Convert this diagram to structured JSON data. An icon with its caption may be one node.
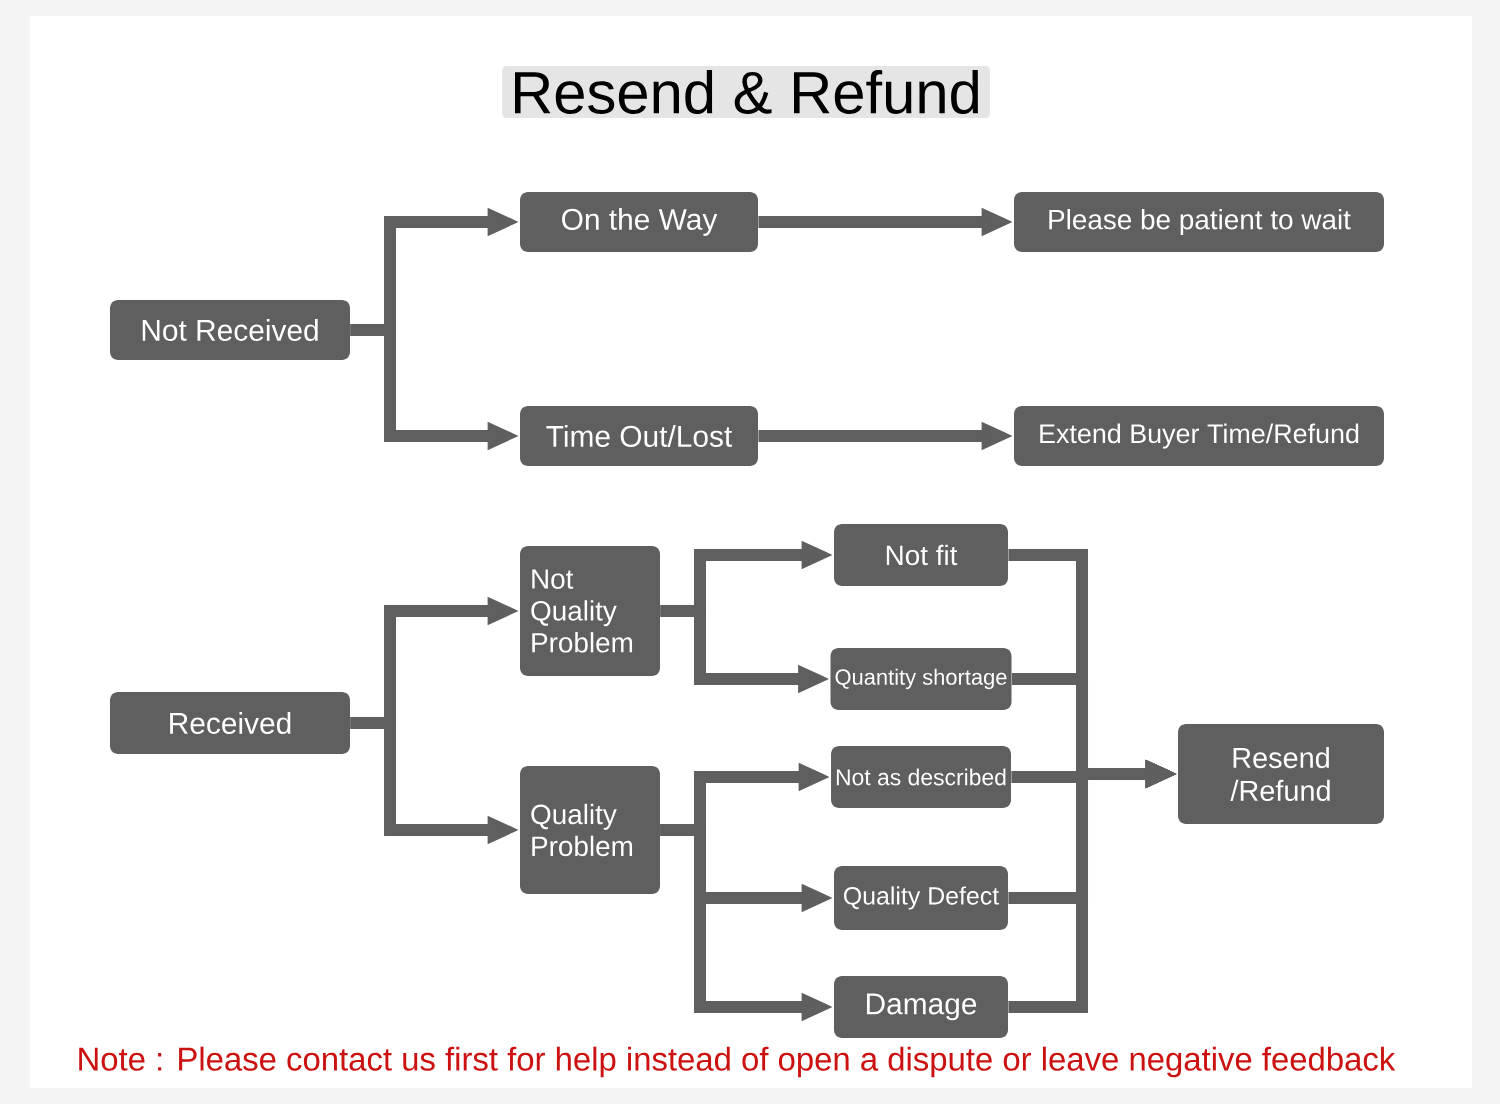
{
  "diagram": {
    "title": "Resend & Refund",
    "nodes": [
      {
        "text": [
          "Not Received"
        ]
      },
      {
        "text": [
          "On the Way"
        ]
      },
      {
        "text": [
          "Please be patient to wait"
        ]
      },
      {
        "text": [
          "Time Out/Lost"
        ]
      },
      {
        "text": [
          "Extend Buyer Time/Refund"
        ]
      },
      {
        "text": [
          "Received"
        ]
      },
      {
        "text": [
          "Not Quality Problem"
        ]
      },
      {
        "text": [
          "Quality Problem"
        ]
      },
      {
        "text": [
          "Not fit"
        ]
      },
      {
        "text": [
          "Quantity shortage"
        ]
      },
      {
        "text": [
          "Not as described"
        ]
      },
      {
        "text": [
          "Quality Defect"
        ]
      },
      {
        "text": [
          "Damage"
        ]
      },
      {
        "text": [
          "Resend /Refund"
        ]
      }
    ],
    "edges": [
      {
        "from": 0,
        "to": 1,
        "arrow": "to"
      },
      {
        "from": 0,
        "to": 3,
        "arrow": "to"
      },
      {
        "from": 1,
        "to": 2,
        "arrow": "to"
      },
      {
        "from": 3,
        "to": 4,
        "arrow": "to"
      },
      {
        "from": 5,
        "to": 6,
        "arrow": "to"
      },
      {
        "from": 5,
        "to": 7,
        "arrow": "to"
      },
      {
        "from": 6,
        "to": 8,
        "arrow": "to"
      },
      {
        "from": 6,
        "to": 9,
        "arrow": "to"
      },
      {
        "from": 7,
        "to": 10,
        "arrow": "to"
      },
      {
        "from": 7,
        "to": 11,
        "arrow": "to"
      },
      {
        "from": 7,
        "to": 12,
        "arrow": "to"
      },
      {
        "from": 8,
        "to": 13,
        "arrow": "to"
      },
      {
        "from": 9,
        "to": 13,
        "arrow": "to"
      },
      {
        "from": 10,
        "to": 13,
        "arrow": "to"
      },
      {
        "from": 11,
        "to": 13,
        "arrow": "to"
      },
      {
        "from": 12,
        "to": 13,
        "arrow": "to"
      }
    ],
    "labels": [
      "Note : Please contact us first for help instead of open a dispute or leave negative feedback"
    ]
  }
}
